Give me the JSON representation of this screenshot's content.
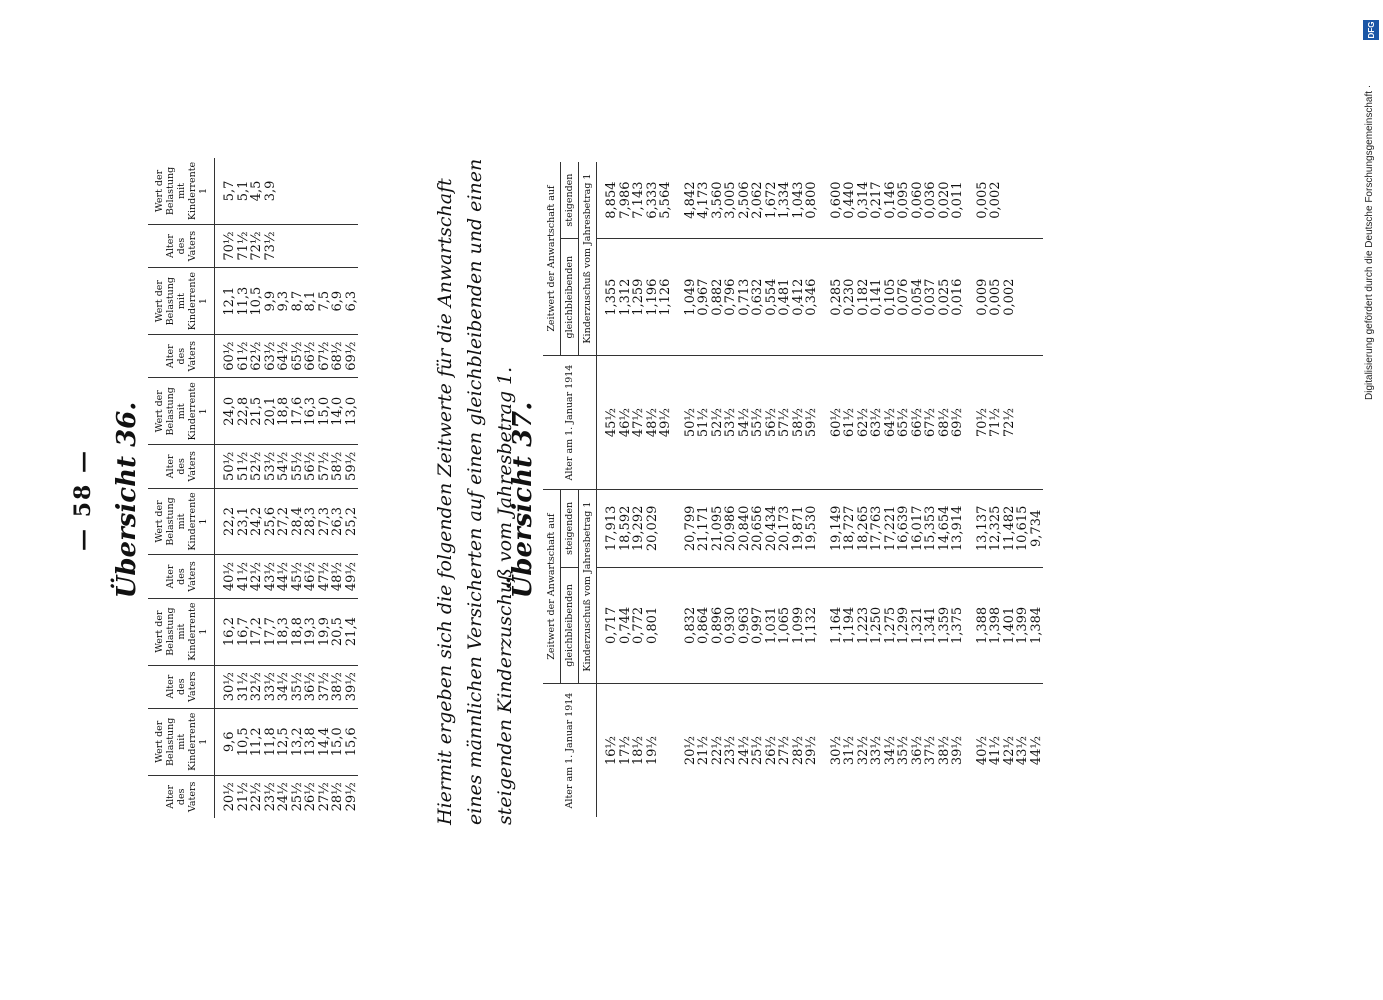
{
  "page_number": "— 58 —",
  "heading36": "Übersicht 36.",
  "heading37": "Übersicht 37.",
  "paragraph": "Hiermit ergeben sich die folgenden Zeitwerte für die Anwartschaft eines männlichen Versicherten auf einen gleichbleibenden und einen steigenden Kinderzuschuß vom Jahresbetrag 1.",
  "credit": "Digitalisierung gefördert durch die Deutsche Forschungsgemeinschaft ·",
  "credit_logo": "DFG",
  "table36": {
    "header_age": "Alter des Vaters",
    "header_value": "Wert der Belastung mit Kinderrente 1",
    "rows": [
      [
        "20½",
        "9,6",
        "30½",
        "16,2",
        "40½",
        "22,2",
        "50½",
        "24,0",
        "60½",
        "12,1",
        "70½",
        "5,7"
      ],
      [
        "21½",
        "10,5",
        "31½",
        "16,7",
        "41½",
        "23,1",
        "51½",
        "22,8",
        "61½",
        "11,3",
        "71½",
        "5,1"
      ],
      [
        "22½",
        "11,2",
        "32½",
        "17,2",
        "42½",
        "24,2",
        "52½",
        "21,5",
        "62½",
        "10,5",
        "72½",
        "4,5"
      ],
      [
        "23½",
        "11,8",
        "33½",
        "17,7",
        "43½",
        "25,6",
        "53½",
        "20,1",
        "63½",
        "9,9",
        "73½",
        "3,9"
      ],
      [
        "24½",
        "12,5",
        "34½",
        "18,3",
        "44½",
        "27,2",
        "54½",
        "18,8",
        "64½",
        "9,3",
        "",
        ""
      ],
      [
        "25½",
        "13,2",
        "35½",
        "18,8",
        "45½",
        "28,4",
        "55½",
        "17,6",
        "65½",
        "8,7",
        "",
        ""
      ],
      [
        "26½",
        "13,8",
        "36½",
        "19,3",
        "46½",
        "28,3",
        "56½",
        "16,3",
        "66½",
        "8,1",
        "",
        ""
      ],
      [
        "27½",
        "14,4",
        "37½",
        "19,9",
        "47½",
        "27,3",
        "57½",
        "15,0",
        "67½",
        "7,5",
        "",
        ""
      ],
      [
        "28½",
        "15,0",
        "38½",
        "20,5",
        "48½",
        "26,3",
        "58½",
        "14,0",
        "68½",
        "6,9",
        "",
        ""
      ],
      [
        "29½",
        "15,6",
        "39½",
        "21,4",
        "49½",
        "25,2",
        "59½",
        "13,0",
        "69½",
        "6,3",
        "",
        ""
      ]
    ]
  },
  "table37": {
    "header_age": "Alter am 1. Januar 1914",
    "header_value": "Zeitwert der Anwartschaft auf",
    "header_const": "gleichbleibenden",
    "header_rising": "steigenden",
    "header_sub": "Kinderzuschuß vom Jahresbetrag 1",
    "groups": [
      [
        [
          "16½",
          "0,717",
          "17,913",
          "45½",
          "1,355",
          "8,854"
        ],
        [
          "17½",
          "0,744",
          "18,592",
          "46½",
          "1,312",
          "7,986"
        ],
        [
          "18½",
          "0,772",
          "19,292",
          "47½",
          "1,259",
          "7,143"
        ],
        [
          "19½",
          "0,801",
          "20,029",
          "48½",
          "1,196",
          "6,333"
        ],
        [
          "",
          "",
          "",
          "49½",
          "1,126",
          "5,564"
        ]
      ],
      [
        [
          "20½",
          "0,832",
          "20,799",
          "50½",
          "1,049",
          "4,842"
        ],
        [
          "21½",
          "0,864",
          "21,171",
          "51½",
          "0,967",
          "4,173"
        ],
        [
          "22½",
          "0,896",
          "21,095",
          "52½",
          "0,882",
          "3,560"
        ],
        [
          "23½",
          "0,930",
          "20,986",
          "53½",
          "0,796",
          "3,005"
        ],
        [
          "24½",
          "0,963",
          "20,840",
          "54½",
          "0,713",
          "2,506"
        ],
        [
          "25½",
          "0,997",
          "20,656",
          "55½",
          "0,632",
          "2,062"
        ],
        [
          "26½",
          "1,031",
          "20,434",
          "56½",
          "0,554",
          "1,672"
        ],
        [
          "27½",
          "1,065",
          "20,173",
          "57½",
          "0,481",
          "1,334"
        ],
        [
          "28½",
          "1,099",
          "19,871",
          "58½",
          "0,412",
          "1,043"
        ],
        [
          "29½",
          "1,132",
          "19,530",
          "59½",
          "0,346",
          "0,800"
        ]
      ],
      [
        [
          "30½",
          "1,164",
          "19,149",
          "60½",
          "0,285",
          "0,600"
        ],
        [
          "31½",
          "1,194",
          "18,727",
          "61½",
          "0,230",
          "0,440"
        ],
        [
          "32½",
          "1,223",
          "18,265",
          "62½",
          "0,182",
          "0,314"
        ],
        [
          "33½",
          "1,250",
          "17,763",
          "63½",
          "0,141",
          "0,217"
        ],
        [
          "34½",
          "1,275",
          "17,221",
          "64½",
          "0,105",
          "0,146"
        ],
        [
          "35½",
          "1,299",
          "16,639",
          "65½",
          "0,076",
          "0,095"
        ],
        [
          "36½",
          "1,321",
          "16,017",
          "66½",
          "0,054",
          "0,060"
        ],
        [
          "37½",
          "1,341",
          "15,353",
          "67½",
          "0,037",
          "0,036"
        ],
        [
          "38½",
          "1,359",
          "14,654",
          "68½",
          "0,025",
          "0,020"
        ],
        [
          "39½",
          "1,375",
          "13,914",
          "69½",
          "0,016",
          "0,011"
        ]
      ],
      [
        [
          "40½",
          "1,388",
          "13,137",
          "70½",
          "0,009",
          "0,005"
        ],
        [
          "41½",
          "1,398",
          "12,325",
          "71½",
          "0,005",
          "0,002"
        ],
        [
          "42½",
          "1,401",
          "11,482",
          "72½",
          "0,002",
          ""
        ],
        [
          "43½",
          "1,399",
          "10,615",
          "",
          "",
          ""
        ],
        [
          "44½",
          "1,384",
          "9,734",
          "",
          "",
          ""
        ]
      ]
    ]
  }
}
